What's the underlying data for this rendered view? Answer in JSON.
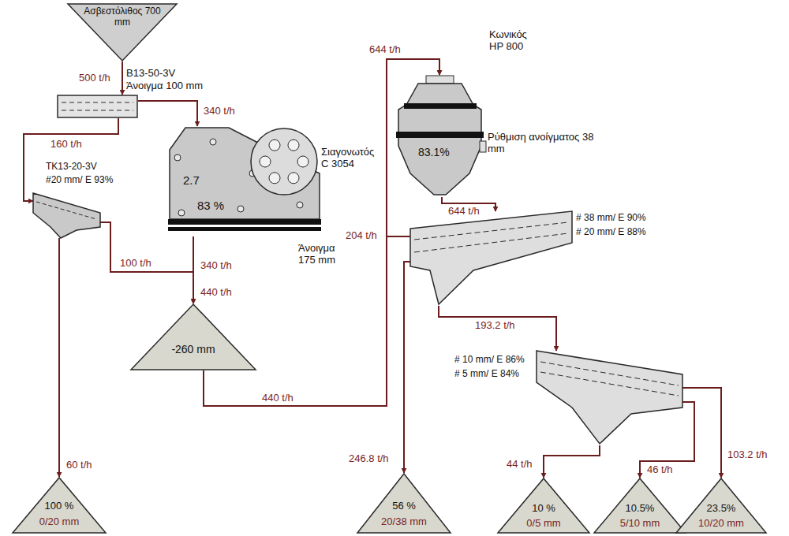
{
  "diagram": {
    "nodes": [
      {
        "text": [
          "Ασβεστόλιθος 700 mm"
        ]
      },
      {
        "text": [
          "B13-50-3V",
          "Άνοιγμα 100 mm"
        ]
      },
      {
        "text": [
          "Σιαγονωτός C 3054",
          "2.7",
          "83 %",
          "Άνοιγμα 175 mm"
        ]
      },
      {
        "text": [
          "TK13-20-3V",
          "#20 mm/ E 93%"
        ]
      },
      {
        "text": [
          "-260 mm"
        ]
      },
      {
        "text": [
          "100 %",
          "0/20 mm"
        ]
      },
      {
        "text": [
          "Κωνικός HP 800",
          "83.1%",
          "Ρύθμιση ανοίγματος 38 mm"
        ]
      },
      {
        "text": [
          "# 38 mm/ E 90%",
          "# 20 mm/ E 88%"
        ]
      },
      {
        "text": [
          "56 %",
          "20/38 mm"
        ]
      },
      {
        "text": [
          "# 10 mm/ E 86%",
          "# 5 mm/ E 84%"
        ]
      },
      {
        "text": [
          "10 %",
          "0/5 mm"
        ]
      },
      {
        "text": [
          "10.5%",
          "5/10 mm"
        ]
      },
      {
        "text": [
          "23.5%",
          "10/20 mm"
        ]
      }
    ],
    "edges": [
      {
        "from": 0,
        "to": 1,
        "label": "500 t/h",
        "arrow": "to"
      },
      {
        "from": 1,
        "to": 2,
        "label": "340 t/h",
        "arrow": "to"
      },
      {
        "from": 1,
        "to": 3,
        "label": "160 t/h",
        "arrow": "to"
      },
      {
        "from": 3,
        "to": 4,
        "label": "100 t/h",
        "arrow": "to"
      },
      {
        "from": 2,
        "to": 4,
        "label": "340 t/h",
        "arrow": "to"
      },
      {
        "from": 3,
        "to": 5,
        "label": "60 t/h",
        "arrow": "to"
      },
      {
        "from": 4,
        "to": 6,
        "label": "440 t/h",
        "arrow": "to"
      },
      {
        "from": 7,
        "to": 6,
        "label": "204 t/h",
        "arrow": "to"
      },
      {
        "from": 6,
        "to": 7,
        "label": "644 t/h",
        "arrow": "to"
      },
      {
        "from": 7,
        "to": 8,
        "label": "246.8 t/h",
        "arrow": "to"
      },
      {
        "from": 7,
        "to": 9,
        "label": "193.2 t/h",
        "arrow": "to"
      },
      {
        "from": 9,
        "to": 10,
        "label": "44 t/h",
        "arrow": "to"
      },
      {
        "from": 9,
        "to": 11,
        "label": "46 t/h",
        "arrow": "to"
      },
      {
        "from": 9,
        "to": 12,
        "label": "103.2 t/h",
        "arrow": "to"
      }
    ],
    "labels": [
      "644 t/h",
      "440 t/h"
    ]
  }
}
